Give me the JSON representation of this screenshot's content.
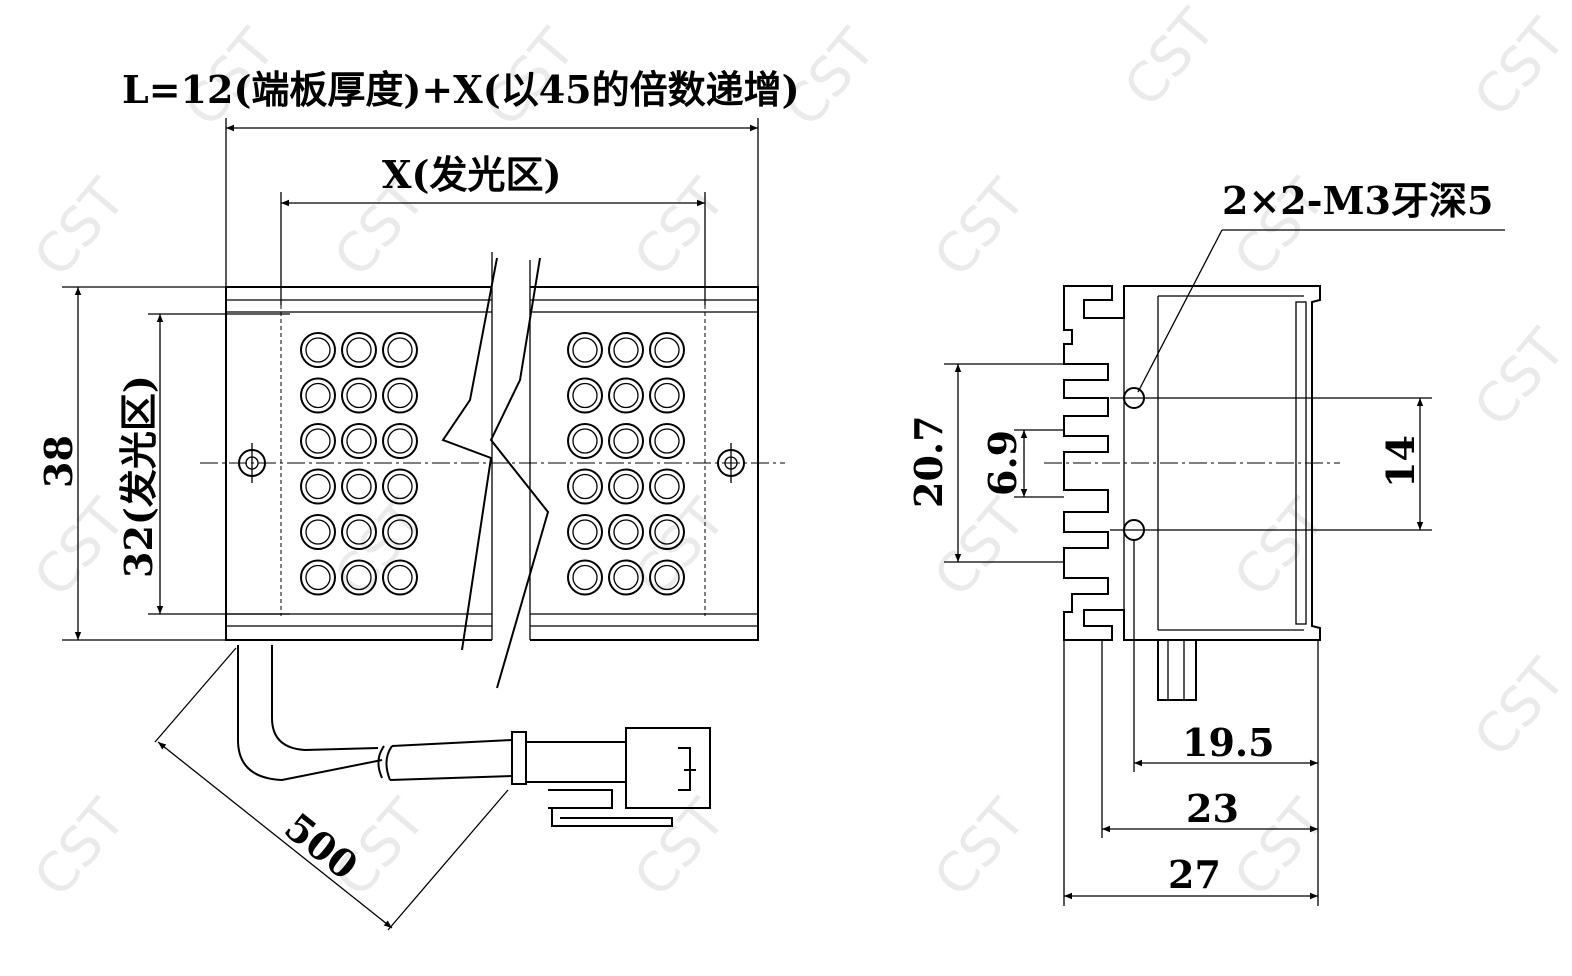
{
  "watermark": "CST",
  "front_view": {
    "length_label": "L=12(端板厚度)+X(以45的倍数递增)",
    "x_label": "X(发光区)",
    "height_label": "38",
    "emit_height_label": "32(发光区)",
    "cable_length_label": "500"
  },
  "side_view": {
    "thread_label": "2×2-M3牙深5",
    "dim_20_7": "20.7",
    "dim_6_9": "6.9",
    "dim_14": "14",
    "dim_19_5": "19.5",
    "dim_23": "23",
    "dim_27": "27"
  }
}
